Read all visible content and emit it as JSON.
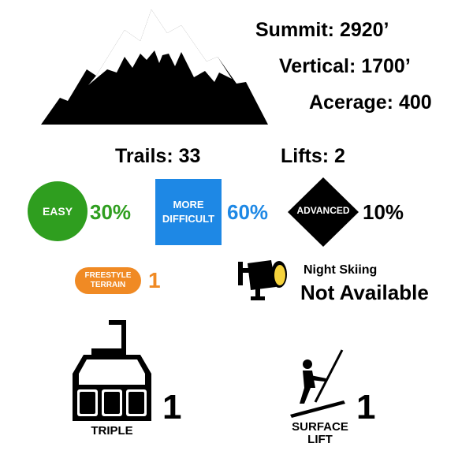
{
  "stats": {
    "summit": "Summit: 2920’",
    "vertical": "Vertical: 1700’",
    "acerage": "Acerage: 400"
  },
  "counts": {
    "trails": "Trails: 33",
    "lifts": "Lifts: 2"
  },
  "difficulty": {
    "easy": {
      "label": "EASY",
      "percent": "30%",
      "color": "#2f9e1f"
    },
    "more_difficult": {
      "label_line1": "MORE",
      "label_line2": "DIFFICULT",
      "percent": "60%",
      "color": "#1e88e5"
    },
    "advanced": {
      "label": "ADVANCED",
      "percent": "10%",
      "color": "#000000"
    }
  },
  "freestyle": {
    "label_line1": "FREESTYLE",
    "label_line2": "TERRAIN",
    "count": "1",
    "color": "#f08a24"
  },
  "night_skiing": {
    "title": "Night Skiing",
    "status": "Not Available"
  },
  "lift_types": {
    "triple": {
      "label": "TRIPLE",
      "count": "1"
    },
    "surface": {
      "label_line1": "SURFACE",
      "label_line2": "LIFT",
      "count": "1"
    }
  },
  "icons": [
    "mountain-icon",
    "gondola-icon",
    "surface-lift-icon",
    "floodlight-icon"
  ]
}
